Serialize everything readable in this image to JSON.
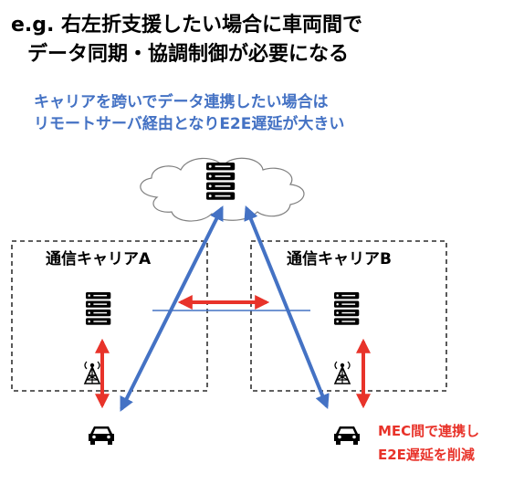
{
  "heading": {
    "line1": "e.g. 右左折支援したい場合に車両間で",
    "line2": "データ同期・協調制御が必要になる"
  },
  "cross_carrier_note": {
    "line1": "キャリアを跨いでデータ連携したい場合は",
    "line2": "リモートサーバ経由となりE2E遅延が大きい"
  },
  "carrier_a": {
    "label": "通信キャリアA"
  },
  "carrier_b": {
    "label": "通信キャリアB"
  },
  "mec_note": {
    "line1": "MEC間で連携し",
    "line2": "E2E遅延を削減"
  },
  "icons": {
    "cloud": "cloud-icon",
    "server": "server-icon",
    "antenna": "antenna-icon",
    "car": "car-icon"
  },
  "colors": {
    "blue_arrow": "#4472C4",
    "red_arrow": "#E8332A",
    "blue_text": "#4472C4",
    "red_text": "#E8332A"
  }
}
